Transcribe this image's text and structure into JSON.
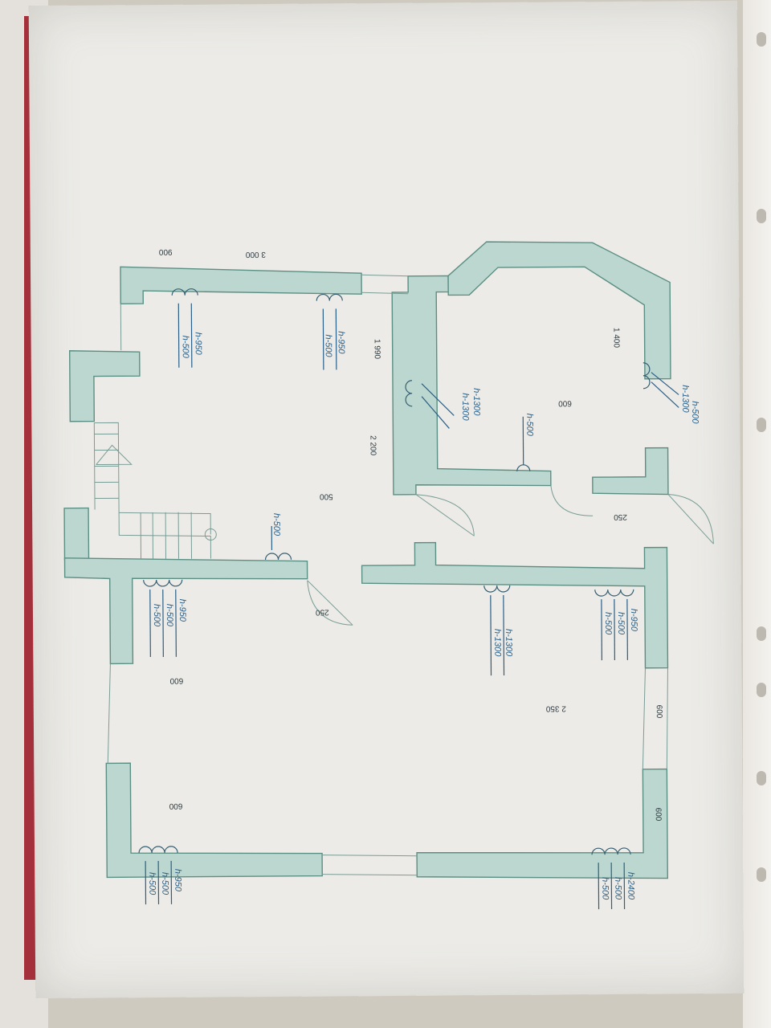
{
  "dimensions": {
    "top_left": "900",
    "top_mid": "3 000",
    "hall_v_top": "1 990",
    "hall_v_mid": "2 200",
    "bay_v": "1 400",
    "bay_room": "600",
    "hall_center": "500",
    "door_right": "250",
    "door_left": "250",
    "left_room": "600",
    "living": "2 350",
    "right_wall_a": "600",
    "right_wall_b": "600",
    "bottom_left": "600"
  },
  "heights": {
    "h500": "h-500",
    "h950": "h-950",
    "h1300": "h-1300",
    "h2400": "h-2400"
  },
  "colors": {
    "wall_fill": "#bcd7cf",
    "wall_stroke": "#5b8f83",
    "label": "#2a5f87",
    "folder": "#a3303a"
  }
}
